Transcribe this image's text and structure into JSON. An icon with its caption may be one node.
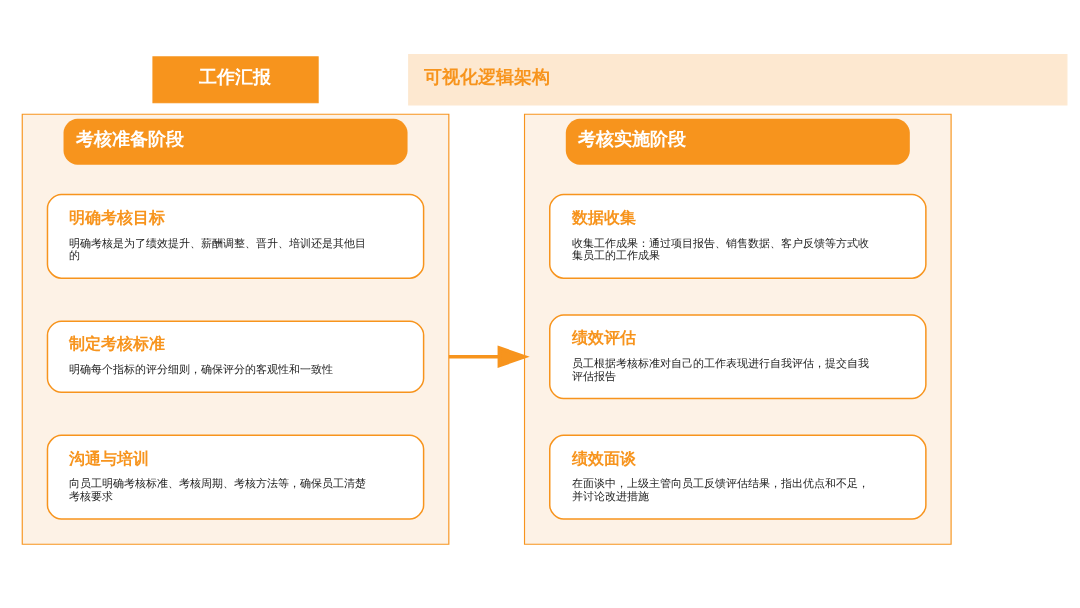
{
  "diagram": {
    "nodes": [
      {
        "text": [
          "工作汇报"
        ]
      },
      {
        "text": [
          "可视化逻辑架构"
        ]
      },
      {
        "text": [
          "考核准备阶段"
        ]
      },
      {
        "text": [
          "明确考核目标",
          "明确考核是为了绩效提升、薪酬调整、晋升、培训还是其他目的"
        ],
        "in": 2
      },
      {
        "text": [
          "制定考核标准",
          "明确每个指标的评分细则，确保评分的客观性和一致性"
        ],
        "in": 2
      },
      {
        "text": [
          "沟通与培训",
          "向员工明确考核标准、考核周期、考核方法等，确保员工清楚考核要求"
        ],
        "in": 2
      },
      {
        "text": [
          "考核实施阶段"
        ]
      },
      {
        "text": [
          "数据收集",
          "收集工作成果：通过项目报告、销售数据、客户反馈等方式收集员工的工作成果"
        ],
        "in": 6
      },
      {
        "text": [
          "绩效评估",
          "员工根据考核标准对自己的工作表现进行自我评估，提交自我评估报告"
        ],
        "in": 6
      },
      {
        "text": [
          "绩效面谈",
          "在面谈中，上级主管向员工反馈评估结果，指出优点和不足，并讨论改进措施"
        ],
        "in": 6
      }
    ],
    "edges": [
      {
        "from": 2,
        "to": 6,
        "arrow": "to"
      }
    ]
  }
}
